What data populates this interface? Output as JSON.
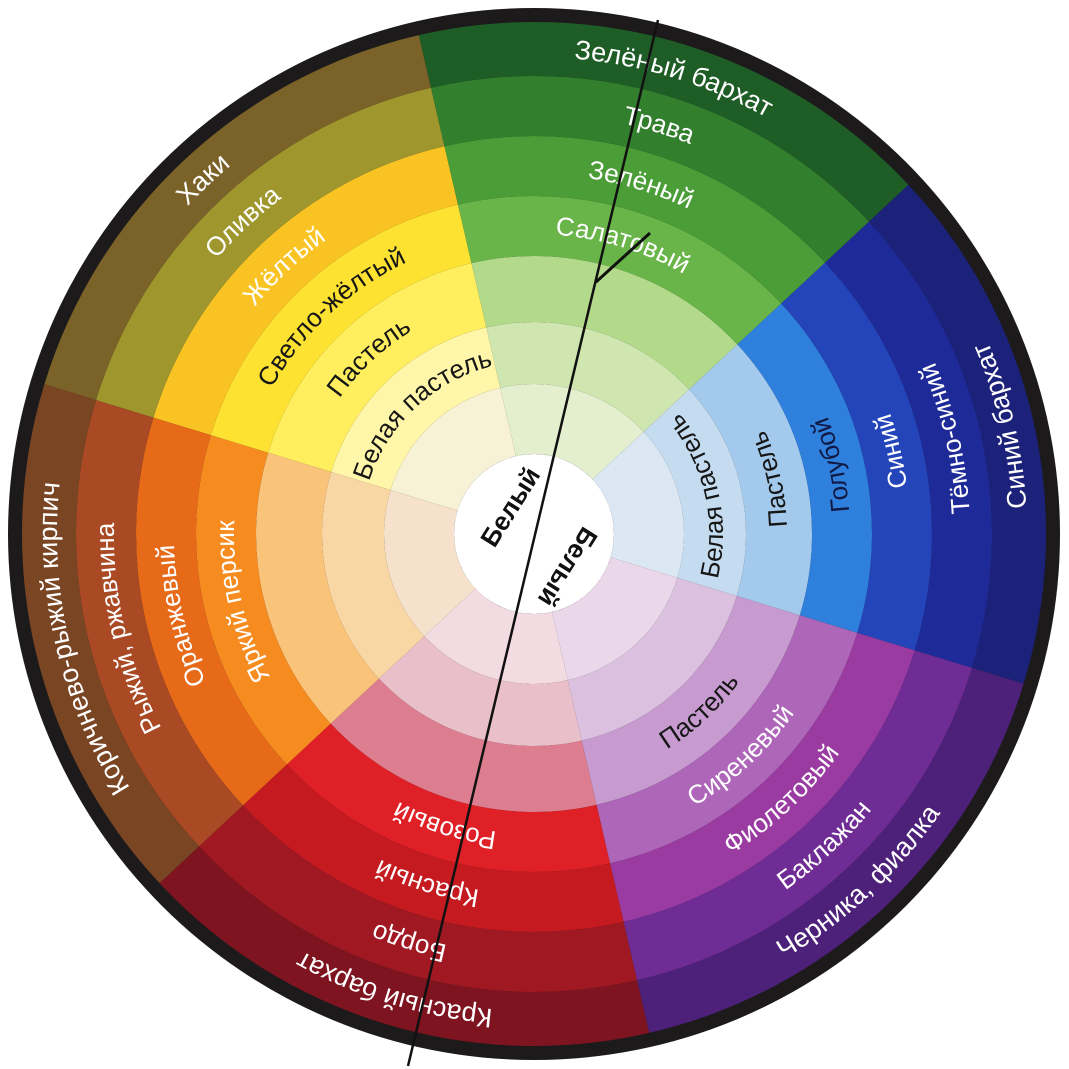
{
  "wheel": {
    "center_labels": [
      "Белый",
      "Белый"
    ],
    "sectors": [
      {
        "id": "yellow",
        "colors": [
          "#f7f2d6",
          "#fff6a9",
          "#ffef5e",
          "#fde232",
          "#f9c423",
          "#9f972d",
          "#7b6228"
        ],
        "labels": [
          "Белая пастель",
          "Пастель",
          "Светло-жёлтый",
          "Жёлтый",
          "Оливка",
          "Хаки"
        ],
        "flip": false
      },
      {
        "id": "green",
        "colors": [
          "#e4efcf",
          "#cfe6b0",
          "#b2da8a",
          "#6ab54a",
          "#4b9d37",
          "#327f2d",
          "#1f5d27"
        ],
        "labels": [
          "",
          "",
          "Салатовый",
          "Зелёный",
          "Трава",
          "Зелёный бархат"
        ],
        "flip": false
      },
      {
        "id": "blue",
        "colors": [
          "#dbe8f4",
          "#c5dcf0",
          "#a3caec",
          "#2f7fdc",
          "#2444b9",
          "#1f2a99",
          "#1c2179"
        ],
        "labels": [
          "Белая пастель",
          "Пастель",
          "Голубой",
          "Синий",
          "Тёмно-синий",
          "Синий бархат"
        ],
        "flip": true
      },
      {
        "id": "violet",
        "colors": [
          "#ead8ea",
          "#dcc0e0",
          "#c79bd0",
          "#ad66b8",
          "#9a3ba2",
          "#6f2c95",
          "#4d207a"
        ],
        "labels": [
          "",
          "Пастель",
          "Сиреневый",
          "Фиолетовый",
          "Баклажан",
          "Черника, фиалка"
        ],
        "flip": true
      },
      {
        "id": "red",
        "colors": [
          "#f2dce2",
          "#e9bfca",
          "#dd7e90",
          "#df2127",
          "#c51a1f",
          "#9f1822",
          "#7e1420"
        ],
        "labels": [
          "",
          "",
          "Розовый",
          "Красный",
          "Бордо",
          "Красный бархат"
        ],
        "flip": false
      },
      {
        "id": "orange",
        "colors": [
          "#f6e2cc",
          "#f9d7a5",
          "#f9c47a",
          "#f68b1f",
          "#e66a18",
          "#a94a25",
          "#7a4523"
        ],
        "labels": [
          "",
          "",
          "Яркий персик",
          "Оранжевый",
          "Рыжий, ржавчина",
          "Коричнево-рыжий кирпич"
        ],
        "flip": false
      }
    ]
  }
}
